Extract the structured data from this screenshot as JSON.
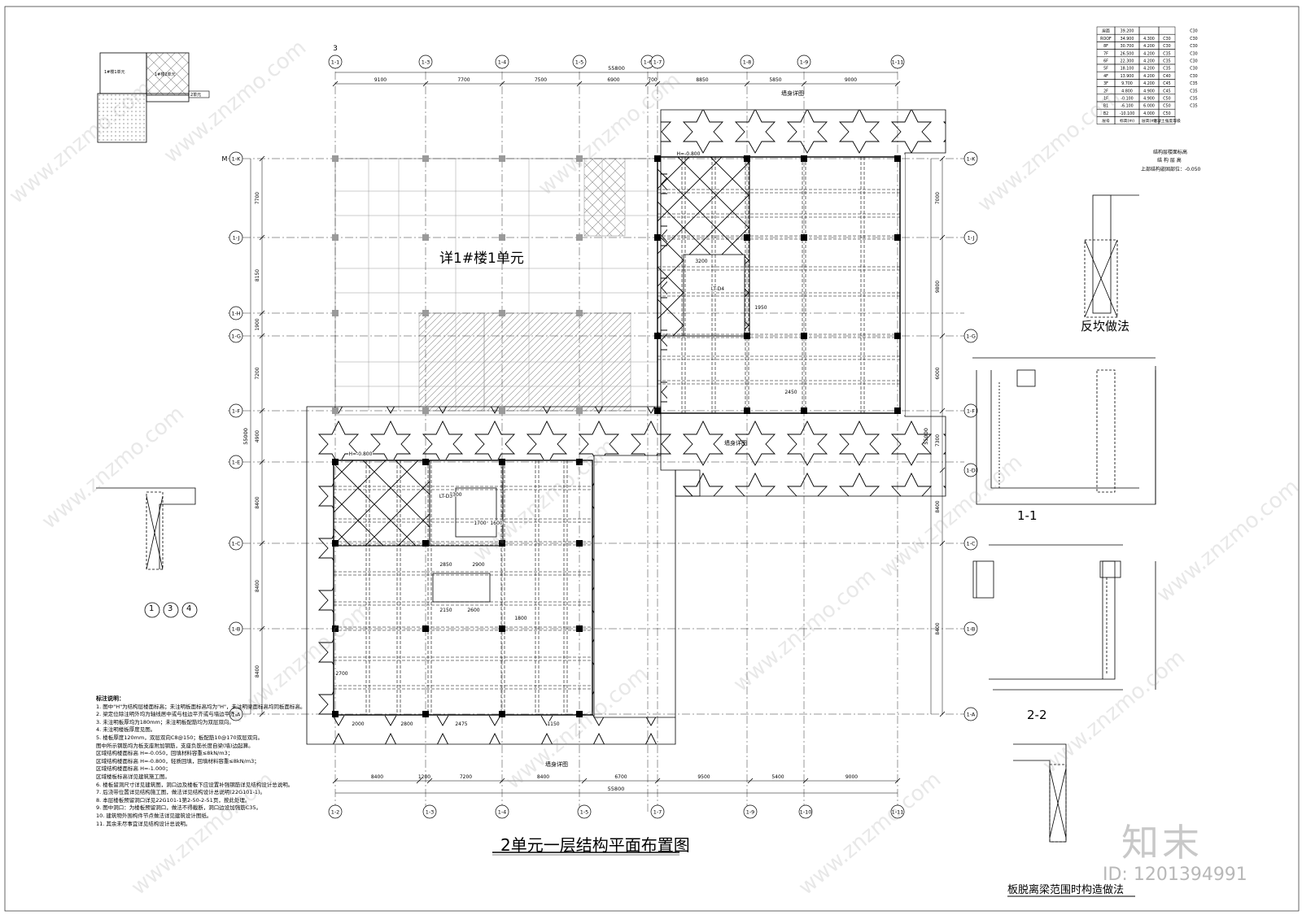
{
  "drawing": {
    "main_title": "2单元一层结构平面布置图",
    "plan_label": "详1#楼1单元",
    "section_1_title": "1-1",
    "section_2_title": "2-2",
    "detail_fankan_title": "反坎做法",
    "detail_slab_title": "板脱离梁范围时构造做法",
    "detail_circles": [
      "1",
      "3",
      "4"
    ],
    "wall_detail_tag": "墙身详图",
    "key_plan_top_label": "1#楼1单元",
    "key_plan_hatch_label": "1#楼2单元",
    "key_plan_box_label": "2单元"
  },
  "axes": {
    "top": [
      "1-1",
      "1-3",
      "1-4",
      "1-5",
      "1-6",
      "1-7",
      "1-8",
      "1-9",
      "1-11"
    ],
    "top_marker": "3",
    "bottom": [
      "1-2",
      "1-3",
      "1-4",
      "1-5",
      "1-7",
      "1-9",
      "1-10",
      "1-11"
    ],
    "left": [
      "1-K",
      "1-J",
      "1-H",
      "1-G",
      "1-F",
      "1-E",
      "1-C",
      "1-B",
      "1-A"
    ],
    "left_marker": "M",
    "right": [
      "1-K",
      "1-J",
      "1-G",
      "1-F",
      "1-D",
      "1-C",
      "1-B",
      "1-A"
    ]
  },
  "dimensions": {
    "top_spans": [
      "9100",
      "7700",
      "7500",
      "6900",
      "700",
      "8850",
      "5850",
      "9000"
    ],
    "top_total": "55800",
    "bottom_spans": [
      "8400",
      "1200",
      "7200",
      "8400",
      "6700",
      "9500",
      "5400",
      "9000"
    ],
    "bottom_total": "55800",
    "left_spans": [
      "7700",
      "8150",
      "1900",
      "7200",
      "4900",
      "8400",
      "8400",
      "8400"
    ],
    "left_total": "55000",
    "right_spans": [
      "7000",
      "9800",
      "6000",
      "7300",
      "8400",
      "8400"
    ],
    "right_total": "55000",
    "inner_labels": [
      "3200",
      "1950",
      "2450",
      "2850",
      "2900",
      "2150",
      "2600",
      "1700",
      "1600",
      "3300",
      "2000",
      "2800",
      "2475",
      "1150",
      "2700",
      "1800",
      "LT-D4",
      "LT-D3",
      "H=-0.800",
      "H=-0.800"
    ]
  },
  "level_table": {
    "header": [
      "层号",
      "标高(m)",
      "层高(m)",
      "混凝土强度等级"
    ],
    "rows": [
      [
        "屋面",
        "39.200",
        "",
        ""
      ],
      [
        "ROOF",
        "34.900",
        "4.300",
        "C30"
      ],
      [
        "8F",
        "30.700",
        "4.200",
        "C30"
      ],
      [
        "7F",
        "26.500",
        "4.200",
        "C35"
      ],
      [
        "6F",
        "22.300",
        "4.200",
        "C35"
      ],
      [
        "5F",
        "18.100",
        "4.200",
        "C35"
      ],
      [
        "4F",
        "13.900",
        "4.200",
        "C40"
      ],
      [
        "3F",
        "9.700",
        "4.200",
        "C45"
      ],
      [
        "2F",
        "4.800",
        "4.900",
        "C45"
      ],
      [
        "1F",
        "-0.100",
        "4.900",
        "C50"
      ],
      [
        "B1",
        "-6.100",
        "6.000",
        "C50"
      ],
      [
        "B2",
        "-10.100",
        "4.000",
        "C50"
      ]
    ],
    "right_col": [
      "C30",
      "C30",
      "C30",
      "C30",
      "C30",
      "C30",
      "C30",
      "C35",
      "C35",
      "C35",
      "C35"
    ],
    "caption1": "结构层楼面标高",
    "caption2": "结 构 层 高",
    "caption3": "上部结构嵌固部位：-0.050"
  },
  "notes": {
    "heading": "标注说明：",
    "lines": [
      "1. 图中\"H\"为结构层楼面标高；未注明板面标高均为\"H\"，未注明梁面标高均同板面标高。",
      "2. 梁定位除注明外均为轴线居中或与柱边平齐或与墙边平齐。",
      "3. 未注明板厚均为180mm；未注明板配筋均为双层双向。",
      "4. 未注明楼板厚度见图。",
      "5. 楼板厚度120mm，双层双向C8@150；板配筋10@170双层双向。",
      "   图中所示钢筋均为板支座附加钢筋，支座负筋长度自梁(墙)边起算。",
      "   区域结构楼面标高 H=-0.050，回填材料容重≤8kN/m3；",
      "   区域结构楼面标高 H=-0.800，轻质回填，回填材料容重≤8kN/m3；",
      "   区域结构楼面标高 H=-1.000；",
      "   区域楼板标高详见建筑施工图。",
      "6. 楼板留洞尺寸详见建筑图，洞口边及楼板下应设置补强钢筋详见结构设计总说明。",
      "7. 后浇带位置详见结构施工图，做法详见结构设计总说明(22G101-1)。",
      "8. 本层楼板预留洞口详见22G101-1第2-50-2-51页，按此处理。",
      "9. 图中洞口：为楼板预留洞口，做法不得截断，洞口边设加强筋C35。",
      "10. 建筑物外围构件节点做法详见建筑设计图纸。",
      "11. 其余未尽事宜详见结构设计总说明。"
    ]
  },
  "watermark": {
    "brand": "知末",
    "id": "ID: 1201394991",
    "repeat": "www.znzmo.com"
  },
  "colors": {
    "line": "#000000",
    "grey_line": "#9a9a9a",
    "watermark": "#c8c8c8"
  }
}
